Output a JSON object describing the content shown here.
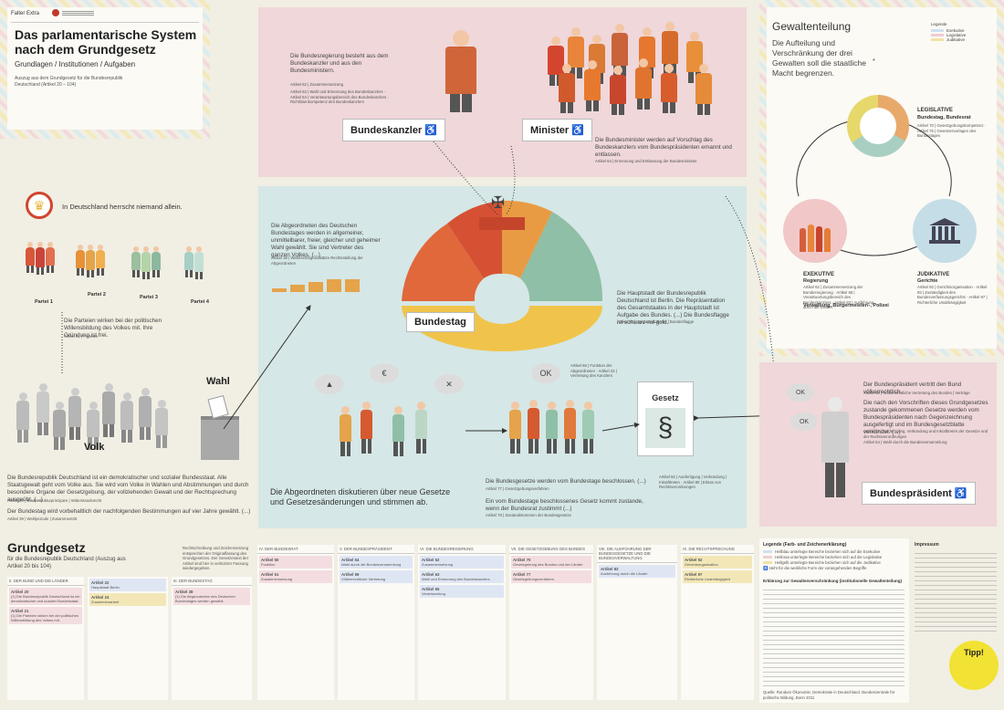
{
  "header": {
    "brand": "Falter Extra",
    "title": "Das parlamentarische System nach dem Grundgesetz",
    "subtitle": "Grundlagen / Institutionen / Aufgaben",
    "source": "Auszug aus dem Grundgesetz für die Bundesrepublik Deutschland (Artikel 20 – 104)"
  },
  "top_center": {
    "text": "Die Bundesregierung besteht aus dem Bundeskanzler und aus den Bundesministern.",
    "ref": "Artikel 62 | Zusammensetzung",
    "ref2": "Artikel 63 | Wahl und Ernennung des Bundeskanzlers · Artikel 64 | Verantwortungsbereich des Bundeskanzlers · Richtlinienkompetenz des Bundeskanzlers",
    "kanzler_label": "Bundeskanzler",
    "minister_label": "Minister",
    "minister_text": "Die Bundesminister werden auf Vorschlag des Bundeskanzlers vom Bundespräsidenten ernannt und entlassen.",
    "minister_ref": "Artikel 64 | Ernennung und Entlassung der Bundesminister"
  },
  "gewaltenteilung": {
    "title": "Gewaltenteilung",
    "text": "Die Aufteilung und Verschränkung der drei Gewalten soll die staatliche Macht begrenzen.",
    "star": "*",
    "legend_title": "Legende",
    "legend": [
      "Exekutive",
      "Legislative",
      "Judikative"
    ],
    "legislative_title": "LEGISLATIVE",
    "legislative_sub": "Bundestag, Bundesrat",
    "legislative_refs": "Artikel 70 | Gesetzgebungskompetenz · Artikel 76 | Gesetzesvorlagen des Bundestages",
    "executive_title": "EXEKUTIVE",
    "executive_sub": "Regierung",
    "executive_sub2": "Verwaltung, Bürgermeister/-, Polizei",
    "executive_refs": "Artikel 62 | Zusammensetzung der Bundesregierung · Artikel 65 | Verantwortungsbereich des Bundeskanzlers · Artikel 83 | Ausführung durch die Länder",
    "judicative_title": "JUDIKATIVE",
    "judicative_sub": "Gerichte",
    "judicative_refs": "Artikel 92 | Gerichtsorganisation · Artikel 93 | Zuständigkeit des Bundesverfassungsgerichts · Artikel 97 | Richterliche Unabhängigkeit"
  },
  "left": {
    "niemand": "In Deutschland herrscht niemand allein.",
    "parties": [
      "Partei 1",
      "Partei 2",
      "Partei 3",
      "Partei 4"
    ],
    "parties_text": "Die Parteien wirken bei der politischen Willensbildung des Volkes mit. Ihre Gründung ist frei.",
    "parties_ref": "Artikel 21 | Parteien",
    "wahl": "Wahl",
    "volk": "Volk",
    "demokratie": "Die Bundesrepublik Deutschland ist ein demokratischer und sozialer Bundesstaat. Alle Staatsgewalt geht vom Volke aus. Sie wird vom Volke in Wahlen und Abstimmungen und durch besondere Organe der Gesetzgebung, der vollziehenden Gewalt und der Rechtsprechung ausgeübt. (...)",
    "demokratie_ref": "Artikel 20 | Staatsstrukturprinzipien | Widerstandsrecht",
    "wahl_text": "Der Bundestag wird vorbehaltlich der nachfolgenden Bestimmungen auf vier Jahre gewählt. (...)",
    "wahl_ref": "Artikel 39 | Wahlperiode | Zusammentritt"
  },
  "center": {
    "abgeordnete": "Die Abgeordneten des Deutschen Bundestages werden in allgemeiner, unmittelbarer, freier, gleicher und geheimer Wahl gewählt. Sie sind Vertreter des ganzen Volkes. (...)",
    "abgeordnete_ref": "Artikel 38 | Wahlrechtsgrundsätze Rechtsstellung der Abgeordneten",
    "bundestag": "Bundestag",
    "hauptstadt": "Die Hauptstadt der Bundesrepublik Deutschland ist Berlin. Die Repräsentation des Gesamtstaates in der Hauptstadt ist Aufgabe des Bundes. (...) Die Bundesflagge ist schwarz-rot-gold.",
    "hauptstadt_ref": "Artikel 22 | Hauptstadt Berlin | Bundesflagge",
    "bubbles": [
      "€",
      "OK"
    ],
    "gesetz": "Gesetz",
    "paragraph": "§",
    "diskutieren": "Die Abgeordneten diskutieren über neue Gesetze und Gesetzesänderungen und stimmen ab.",
    "beschlossen": "Die Bundesgesetze werden vom Bundestage beschlossen. (...)",
    "beschlossen_ref": "Artikel 77 | Gesetzgebungsverfahren",
    "zustande": "Ein vom Bundestage beschlossenes Gesetz kommt zustande, wenn der Bundesrat zustimmt (...)",
    "zustande_ref": "Artikel 78 | Zustandekommen der Bundesgesetze",
    "gesetz_refs": "Artikel 82 | Ausfertigung | Verkündung | Inkrafttreten · Artikel 80 | Erlass von Rechtsverordnungen",
    "vorschlag_ref": "Artikel 66 | Funktion der Abgeordneten · Artikel 43 | Vertretung des Kanzlers"
  },
  "praesident": {
    "ok": "OK",
    "text1": "Der Bundespräsident vertritt den Bund völkerrechtlich.",
    "ref1": "Artikel 59 | Völkerrechtliche Vertretung des Bundes | Verträge",
    "text2": "Die nach den Vorschriften dieses Grundgesetzes zustande gekommenen Gesetze werden vom Bundespräsidenten nach Gegenzeichnung ausgefertigt und im Bundesgesetzblatte verkündet. (...)",
    "ref2": "Artikel 82 | Ausfertigung, Verkündung und Inkrafttreten der Gesetze und der Rechtsverordnungen",
    "ref3": "Artikel 54 | Wahl durch die Bundesversammlung",
    "label": "Bundespräsident"
  },
  "grundgesetz": {
    "title": "Grundgesetz",
    "sub": "für die Bundesrepublik Deutschland (Auszug aus Artikel 20 bis 104)",
    "note": "Rechtschreibung und Zeichensetzung entsprechen der Originalfassung des Grundgesetzes. Der Gesetzestext der Artikel sind hier in verkürzter Fassung wiedergegeben.",
    "columns": [
      "II. DER BUND UND DIE LÄNDER",
      "III. DER BUNDESTAG",
      "IV. DER BUNDESRAT",
      "V. DER BUNDESPRÄSIDENT",
      "VI. DIE BUNDESREGIERUNG",
      "VII. DIE GESETZGEBUNG DES BUNDES",
      "VIII. DIE AUSFÜHRUNG DER BUNDESGESETZE UND DIE BUNDESVERWALTUNG",
      "IX. DIE RECHTSPRECHUNG"
    ]
  },
  "legend_bottom": {
    "title": "Legende (Farb- und Zeichenerklärung)",
    "items": [
      "Hellblau unterlegte Bereiche beziehen sich auf die Exekutive",
      "Hellrosa unterlegte Bereiche beziehen sich auf die Legislative",
      "Hellgelb unterlegte Bereiche beziehen sich auf die Judikative"
    ],
    "accessible": "steht für die weibliche Form der vorangehenden Begriffe",
    "star_title": "Erklärung zur Gewaltenverschränkung (institutionelle Gewaltenteilung)",
    "quelle": "Quelle: Rundum Ökonomie, Demokratie in Deutschland. Bundeszentrale für politische Bildung, Bonn 2011"
  },
  "impressum": {
    "title": "Impressum",
    "tipp": "Tipp!"
  }
}
